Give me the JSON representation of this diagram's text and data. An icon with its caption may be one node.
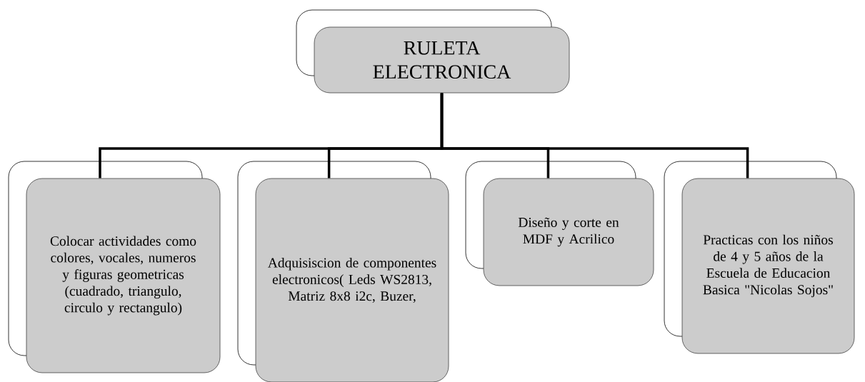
{
  "diagram": {
    "nodes": [
      {
        "text": [
          "RULETA ELECTRONICA"
        ]
      },
      {
        "text": [
          "Colocar actividades como colores, vocales, numeros y figuras geometricas (cuadrado, triangulo, circulo y rectangulo)"
        ]
      },
      {
        "text": [
          "Adquisiscion de componentes electronicos( Leds WS2813, Matriz 8x8 i2c, Buzer,"
        ]
      },
      {
        "text": [
          "Diseño y corte en MDF y Acrilico"
        ]
      },
      {
        "text": [
          "Practicas con los niños de 4 y 5 años de la Escuela de Educacion Basica \"Nicolas Sojos\""
        ]
      }
    ],
    "edges": [
      {
        "from": 0,
        "to": 1,
        "arrow": "none"
      },
      {
        "from": 0,
        "to": 2,
        "arrow": "none"
      },
      {
        "from": 0,
        "to": 3,
        "arrow": "none"
      },
      {
        "from": 0,
        "to": 4,
        "arrow": "none"
      }
    ]
  }
}
